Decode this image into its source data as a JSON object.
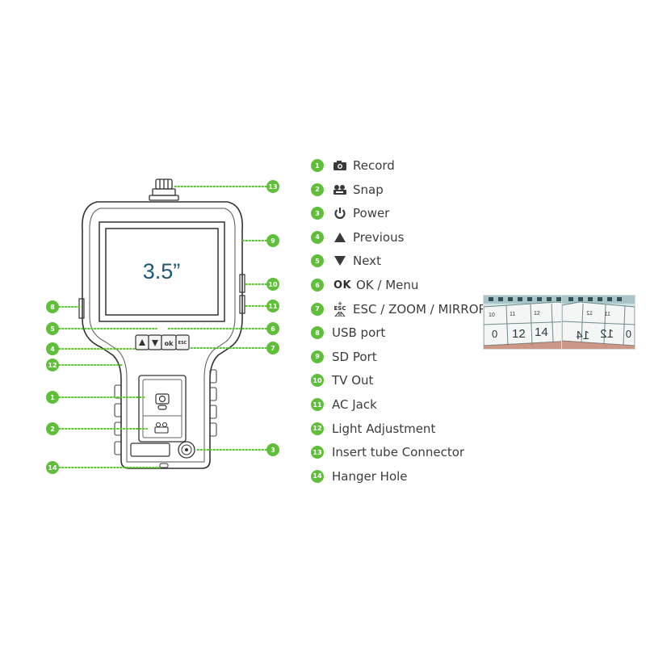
{
  "screen": {
    "size_label": "3.5”"
  },
  "accent_color": "#5fbf3a",
  "callouts": [
    "1",
    "2",
    "3",
    "4",
    "5",
    "6",
    "7",
    "8",
    "9",
    "10",
    "11",
    "12",
    "13",
    "14"
  ],
  "legend": [
    {
      "num": "1",
      "icon": "camera-icon",
      "label": "Record"
    },
    {
      "num": "2",
      "icon": "camcorder-icon",
      "label": "Snap"
    },
    {
      "num": "3",
      "icon": "power-icon",
      "label": "Power"
    },
    {
      "num": "4",
      "icon": "triangle-up-icon",
      "label": "Previous"
    },
    {
      "num": "5",
      "icon": "triangle-down-icon",
      "label": "Next"
    },
    {
      "num": "6",
      "icon": "ok-icon",
      "icon_text": "OK",
      "label": "OK / Menu"
    },
    {
      "num": "7",
      "icon": "esc-zoom-mirror-icon",
      "icon_text": "ESC",
      "label": "ESC / ZOOM / MIRROR"
    },
    {
      "num": "8",
      "icon": "",
      "label": "USB port"
    },
    {
      "num": "9",
      "icon": "",
      "label": "SD Port"
    },
    {
      "num": "10",
      "icon": "",
      "label": "TV Out"
    },
    {
      "num": "11",
      "icon": "",
      "label": "AC Jack"
    },
    {
      "num": "12",
      "icon": "",
      "label": "Light Adjustment"
    },
    {
      "num": "13",
      "icon": "",
      "label": "Insert tube Connector"
    },
    {
      "num": "14",
      "icon": "",
      "label": "Hanger Hole"
    }
  ],
  "photos": {
    "normal": {
      "labels": [
        "0",
        "12",
        "14",
        "10",
        "11",
        "12"
      ]
    },
    "mirrored": {
      "labels": [
        "0",
        "12",
        "14",
        "11",
        "12"
      ]
    }
  },
  "device_buttons": {
    "ok_label": "ok",
    "esc_label": "ESC"
  }
}
